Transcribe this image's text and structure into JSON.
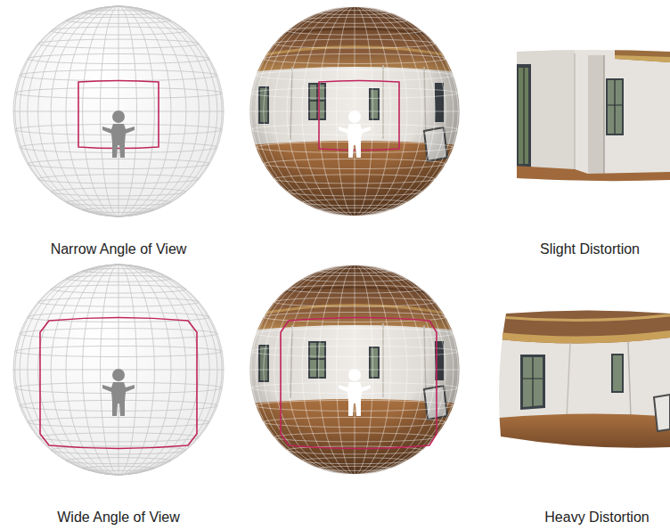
{
  "diagram": {
    "labels": [
      "Narrow Angle of View",
      "Slight Distortion",
      "Wide Angle of View",
      "Heavy Distortion"
    ]
  }
}
